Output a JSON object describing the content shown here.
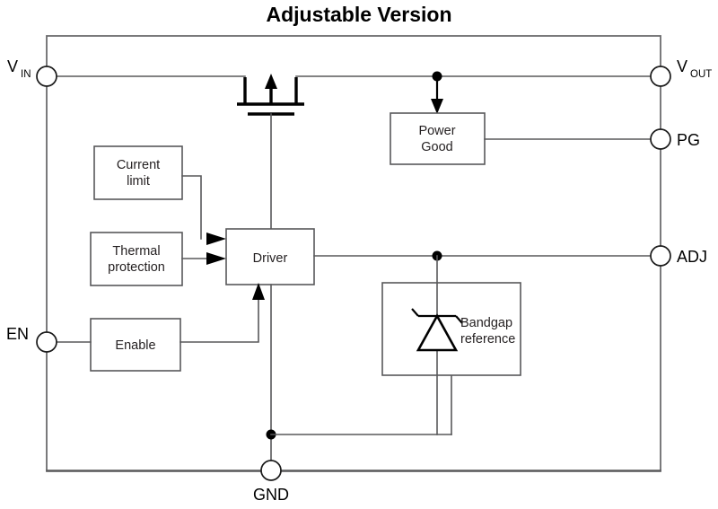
{
  "title": "Adjustable Version",
  "diagram": {
    "type": "block-diagram",
    "subject": "LDO voltage regulator internal block diagram (adjustable version)"
  },
  "pins": {
    "left": [
      {
        "name": "vin",
        "label": "V",
        "subscript": "IN"
      },
      {
        "name": "en",
        "label": "EN",
        "subscript": ""
      }
    ],
    "right": [
      {
        "name": "vout",
        "label": "V",
        "subscript": "OUT"
      },
      {
        "name": "pg",
        "label": "PG",
        "subscript": ""
      },
      {
        "name": "adj",
        "label": "ADJ",
        "subscript": ""
      }
    ],
    "bottom": [
      {
        "name": "gnd",
        "label": "GND",
        "subscript": ""
      }
    ]
  },
  "blocks": [
    {
      "name": "current-limit",
      "line1": "Current",
      "line2": "limit"
    },
    {
      "name": "thermal-protection",
      "line1": "Thermal",
      "line2": "protection"
    },
    {
      "name": "enable",
      "line1": "Enable",
      "line2": ""
    },
    {
      "name": "driver",
      "line1": "Driver",
      "line2": ""
    },
    {
      "name": "power-good",
      "line1": "Power",
      "line2": "Good"
    },
    {
      "name": "bandgap-reference",
      "line1": "Bandgap",
      "line2": "reference"
    }
  ],
  "symbols": [
    {
      "name": "pass-mosfet",
      "kind": "mosfet"
    },
    {
      "name": "zener-diode",
      "kind": "zener"
    }
  ],
  "colors": {
    "wire": "#58585a",
    "border": "#6b6b6d",
    "symbol": "#000000",
    "text": "#231f20",
    "background": "#ffffff"
  }
}
